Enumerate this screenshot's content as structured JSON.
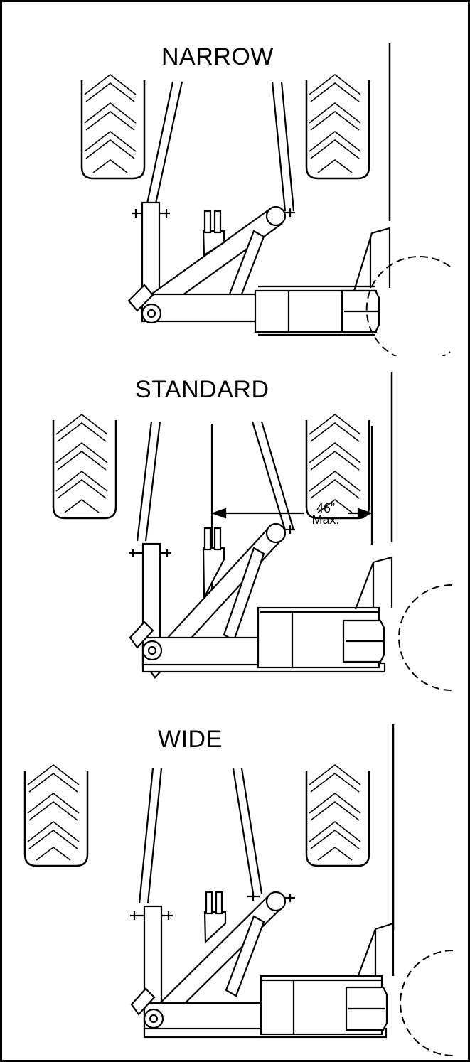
{
  "panels": [
    {
      "title": "NARROW"
    },
    {
      "title": "STANDARD"
    },
    {
      "title": "WIDE"
    }
  ],
  "dimension": {
    "value": "46”",
    "qualifier": "Max."
  },
  "colors": {
    "line": "#000000",
    "background": "#ffffff"
  }
}
